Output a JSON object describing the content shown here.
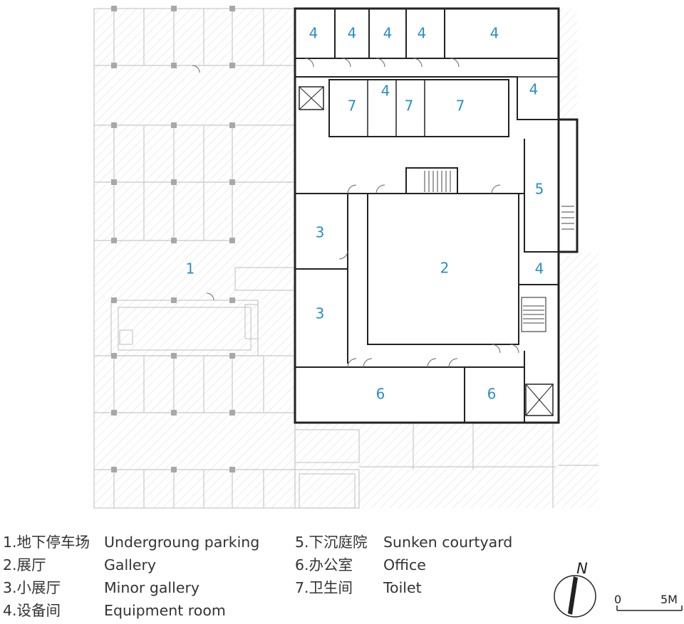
{
  "rooms": {
    "r1": "1",
    "r2": "2",
    "r3a": "3",
    "r3b": "3",
    "r4a": "4",
    "r4b": "4",
    "r4c": "4",
    "r4d": "4",
    "r4e": "4",
    "r4f": "4",
    "r4g": "4",
    "r4h": "4",
    "r5": "5",
    "r6a": "6",
    "r6b": "6",
    "r7a": "7",
    "r7b": "7",
    "r7c": "7"
  },
  "legend": {
    "left": [
      {
        "zh": "1.地下停车场",
        "en": "Undergroung parking"
      },
      {
        "zh": "2.展厅",
        "en": "Gallery"
      },
      {
        "zh": "3.小展厅",
        "en": "Minor gallery"
      },
      {
        "zh": "4.设备间",
        "en": "Equipment room"
      }
    ],
    "right": [
      {
        "zh": "5.下沉庭院",
        "en": "Sunken courtyard"
      },
      {
        "zh": "6.办公室",
        "en": "Office"
      },
      {
        "zh": "7.卫生间",
        "en": "Toilet"
      }
    ]
  },
  "north": "N",
  "scale": {
    "start": "0",
    "end": "5M"
  },
  "colors": {
    "room_label": "#2a8fc4",
    "wall": "#222222",
    "hatch": "#d9d9d9"
  }
}
